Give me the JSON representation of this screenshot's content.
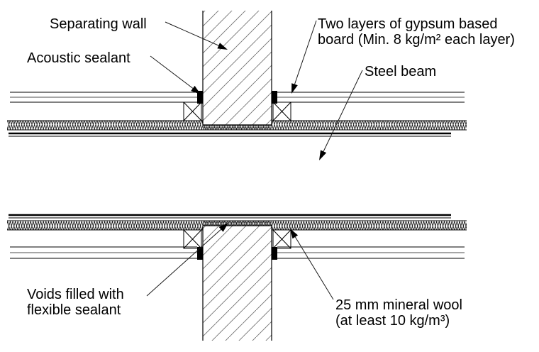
{
  "diagram": {
    "description": "Two construction section details of a separating wall junction with a steel beam floor",
    "labels": {
      "separating_wall": "Separating wall",
      "acoustic_sealant": "Acoustic sealant",
      "gypsum_line1": "Two layers of gypsum based",
      "gypsum_line2": "board (Min. 8 kg/m² each layer)",
      "steel_beam": "Steel beam",
      "voids_line1": "Voids filled with",
      "voids_line2": "flexible sealant",
      "wool_line1": "25 mm mineral wool",
      "wool_line2": "(at least 10 kg/m³)"
    },
    "colors": {
      "line": "#000000",
      "leader": "#1a1a1a",
      "wall_hatch": "#707070",
      "board_mid_line": "#999999",
      "background": "#ffffff"
    }
  }
}
